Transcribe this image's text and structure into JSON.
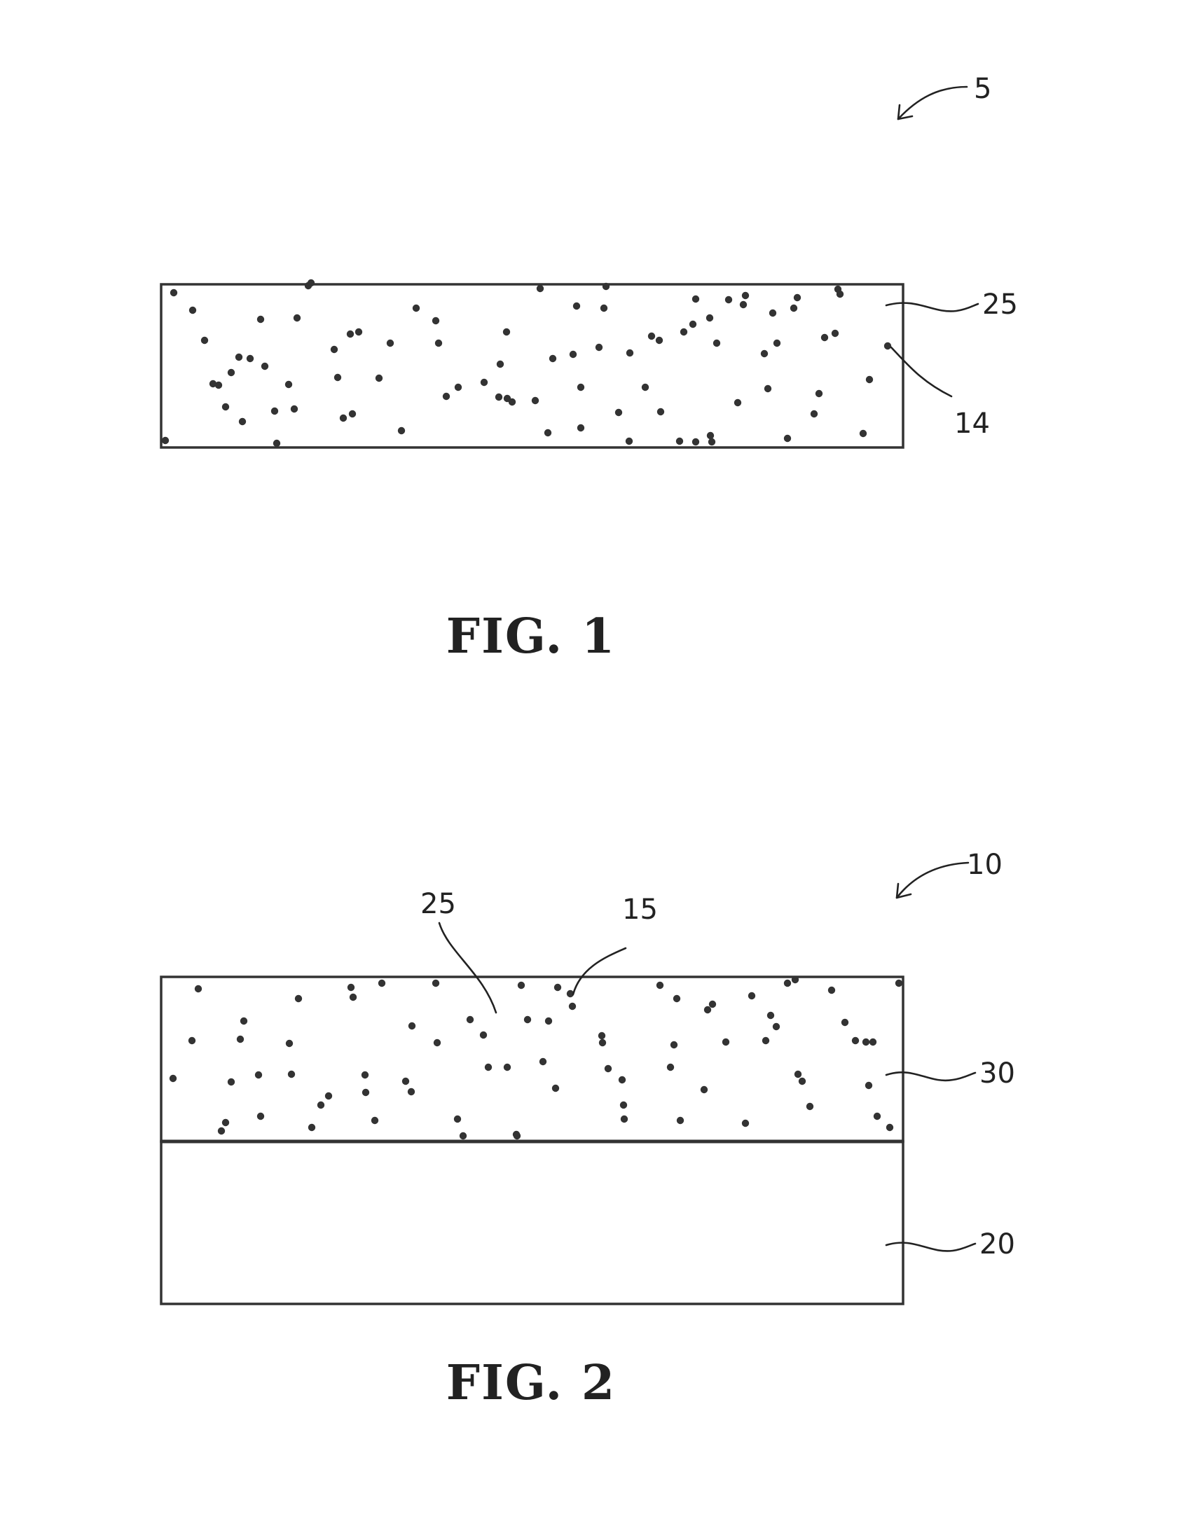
{
  "figures": [
    {
      "caption": "FIG. 1",
      "labels": {
        "assembly": "5",
        "matrix": "25",
        "particle": "14"
      }
    },
    {
      "caption": "FIG. 2",
      "labels": {
        "assembly": "10",
        "matrix": "25",
        "particle": "15",
        "coating": "30",
        "substrate": "20"
      }
    }
  ],
  "colors": {
    "line": "#333333",
    "text": "#222222",
    "background": "#ffffff"
  }
}
